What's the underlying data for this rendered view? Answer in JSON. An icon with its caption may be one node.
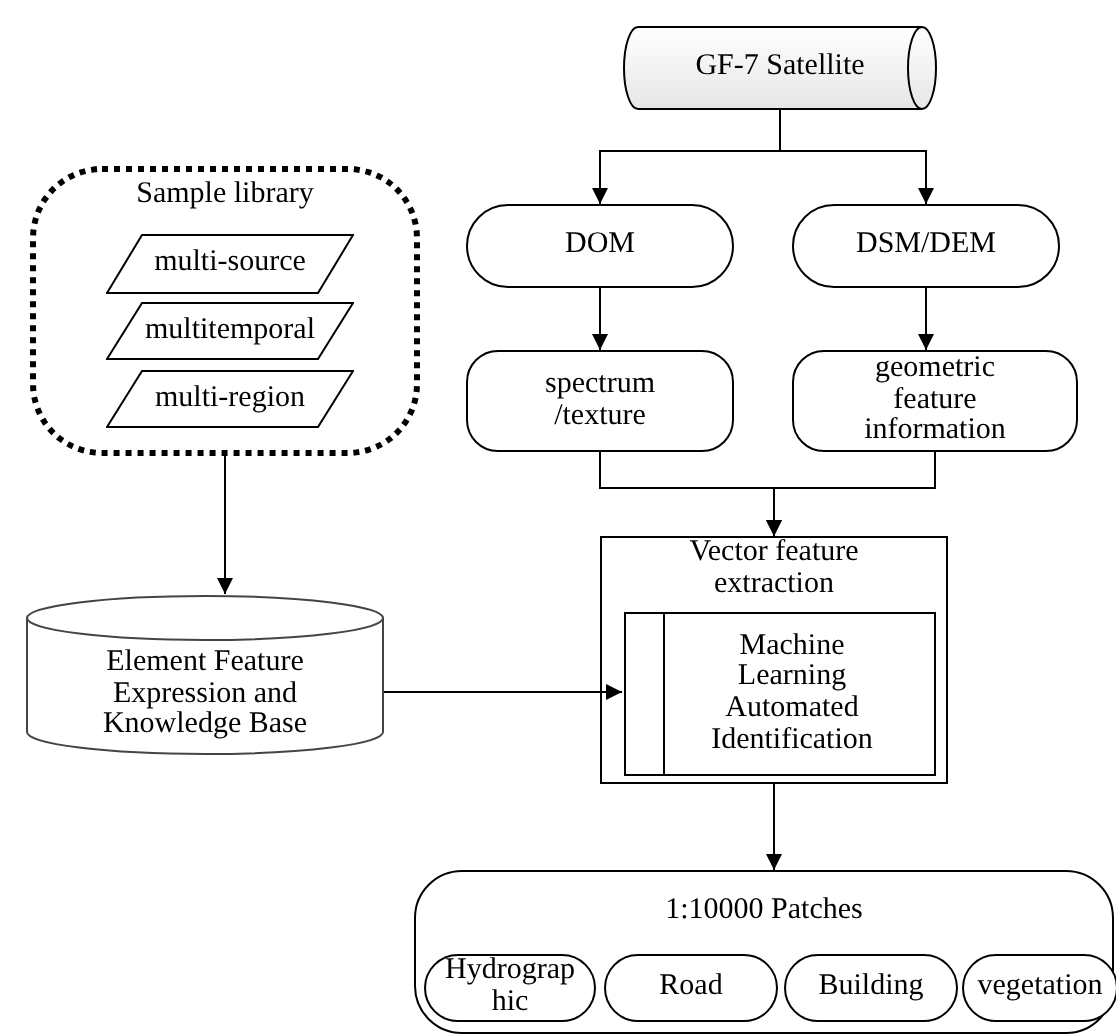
{
  "diagram": {
    "nodes": [
      {
        "text": [
          "GF-7 Satellite"
        ]
      },
      {
        "text": [
          "DOM"
        ]
      },
      {
        "text": [
          "DSM/DEM"
        ]
      },
      {
        "text": [
          "spectrum /texture"
        ]
      },
      {
        "text": [
          "geometric feature information"
        ]
      },
      {
        "text": [
          "Sample library"
        ]
      },
      {
        "text": [
          "multi-source"
        ],
        "in": 5
      },
      {
        "text": [
          "multitemporal"
        ],
        "in": 5
      },
      {
        "text": [
          "multi-region"
        ],
        "in": 5
      },
      {
        "text": [
          "Vector feature extraction"
        ]
      },
      {
        "text": [
          "Machine Learning Automated Identification"
        ],
        "in": 9
      },
      {
        "text": [
          "Element Feature Expression and Knowledge Base"
        ]
      },
      {
        "text": [
          "1:10000 Patches"
        ]
      },
      {
        "text": [
          "Hydrographic"
        ],
        "in": 12
      },
      {
        "text": [
          "Road"
        ],
        "in": 12
      },
      {
        "text": [
          "Building"
        ],
        "in": 12
      },
      {
        "text": [
          "vegetation"
        ],
        "in": 12
      }
    ],
    "edges": [
      {
        "from": 0,
        "to": 1,
        "arrow": "to"
      },
      {
        "from": 0,
        "to": 2,
        "arrow": "to"
      },
      {
        "from": 1,
        "to": 3,
        "arrow": "to"
      },
      {
        "from": 2,
        "to": 4,
        "arrow": "to"
      },
      {
        "from": 3,
        "to": 9,
        "arrow": "to"
      },
      {
        "from": 4,
        "to": 9,
        "arrow": "to"
      },
      {
        "from": 5,
        "to": 11,
        "arrow": "to"
      },
      {
        "from": 11,
        "to": 10,
        "arrow": "to"
      },
      {
        "from": 9,
        "to": 12,
        "arrow": "to"
      }
    ]
  }
}
